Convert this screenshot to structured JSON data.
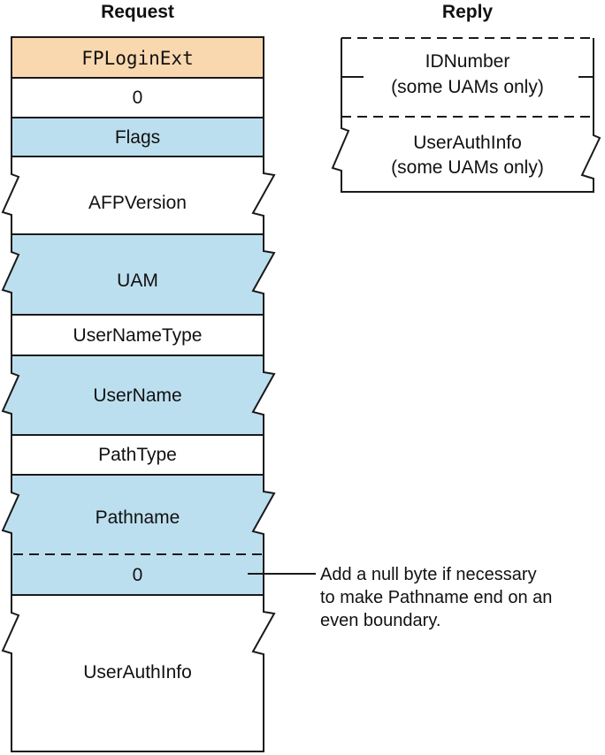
{
  "colors": {
    "orange": "#FAD8AF",
    "blue": "#BCDFEF",
    "white": "#FFFFFF",
    "line": "#1A1A1A"
  },
  "request": {
    "title": "Request",
    "fields": {
      "fploginext": "FPLoginExt",
      "zero": "0",
      "flags": "Flags",
      "afpversion": "AFPVersion",
      "uam": "UAM",
      "usernametype": "UserNameType",
      "username": "UserName",
      "pathtype": "PathType",
      "pathname": "Pathname",
      "nullbyte": "0",
      "userauthinfo": "UserAuthInfo"
    }
  },
  "reply": {
    "title": "Reply",
    "fields": {
      "idnumber": {
        "label": "IDNumber",
        "sub": "(some UAMs only)"
      },
      "userauthinfo": {
        "label": "UserAuthInfo",
        "sub": "(some UAMs only)"
      }
    }
  },
  "annotation": {
    "lines": [
      "Add a null byte if necessary",
      "to make Pathname end on an",
      "even boundary."
    ]
  }
}
